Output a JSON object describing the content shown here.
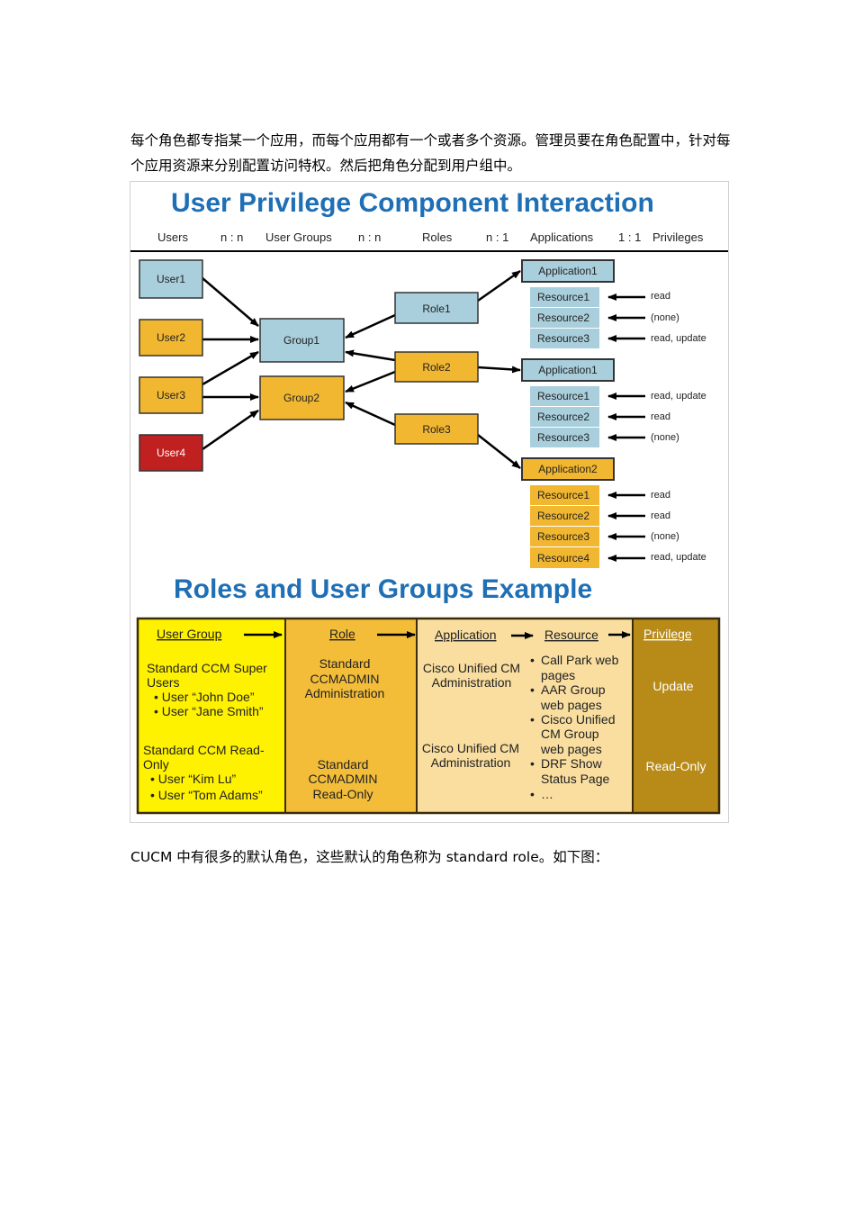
{
  "intro_text": "每个角色都专指某一个应用，而每个应用都有一个或者多个资源。管理员要在角色配置中，针对每个应用资源来分别配置访问特权。然后把角色分配到用户组中。",
  "figure": {
    "title1": "User Privilege Component Interaction",
    "header": {
      "users": "Users",
      "rel1": "n : n",
      "user_groups": "User Groups",
      "rel2": "n : n",
      "roles": "Roles",
      "rel3": "n : 1",
      "applications": "Applications",
      "rel4": "1 : 1",
      "privileges": "Privileges"
    },
    "users": [
      "User1",
      "User2",
      "User3",
      "User4"
    ],
    "groups": [
      "Group1",
      "Group2"
    ],
    "roles": [
      "Role1",
      "Role2",
      "Role3"
    ],
    "applications": [
      "Application1",
      "Application1",
      "Application2"
    ],
    "resource_groups": [
      {
        "resources": [
          "Resource1",
          "Resource2",
          "Resource3"
        ],
        "privileges": [
          "read",
          "(none)",
          "read, update"
        ]
      },
      {
        "resources": [
          "Resource1",
          "Resource2",
          "Resource3"
        ],
        "privileges": [
          "read, update",
          "read",
          "(none)"
        ]
      },
      {
        "resources": [
          "Resource1",
          "Resource2",
          "Resource3",
          "Resource4"
        ],
        "privileges": [
          "read",
          "read",
          "(none)",
          "read, update"
        ]
      }
    ],
    "colors": {
      "blue": "#a9cfdd",
      "orange": "#f2b731",
      "red": "#c0201f",
      "title": "#1f6fb5"
    },
    "title2": "Roles and User Groups Example",
    "table": {
      "headers": {
        "user_group": "User Group",
        "role": "Role",
        "application": "Application",
        "resource": "Resource",
        "privilege": "Privilege"
      },
      "group1": {
        "name_l1": "Standard CCM Super",
        "name_l2": "Users",
        "members": [
          "• User “John Doe”",
          "• User “Jane Smith”"
        ]
      },
      "group2": {
        "name_l1": "Standard CCM Read-",
        "name_l2": "Only",
        "members": [
          "• User “Kim Lu”",
          "• User “Tom Adams”"
        ]
      },
      "role1": [
        "Standard",
        "CCMADMIN",
        "Administration"
      ],
      "role2": [
        "Standard",
        "CCMADMIN",
        "Read-Only"
      ],
      "app1": [
        "Cisco Unified CM",
        "Administration"
      ],
      "app2": [
        "Cisco Unified CM",
        "Administration"
      ],
      "resources": [
        [
          "Call Park web",
          "pages"
        ],
        [
          "AAR Group",
          "web pages"
        ],
        [
          "Cisco Unified",
          "CM Group",
          "web pages"
        ],
        [
          "DRF Show",
          "Status Page"
        ],
        [
          "…"
        ]
      ],
      "privilege1": "Update",
      "privilege2": "Read-Only"
    }
  },
  "outro_text": "CUCM 中有很多的默认角色，这些默认的角色称为 standard role。如下图："
}
